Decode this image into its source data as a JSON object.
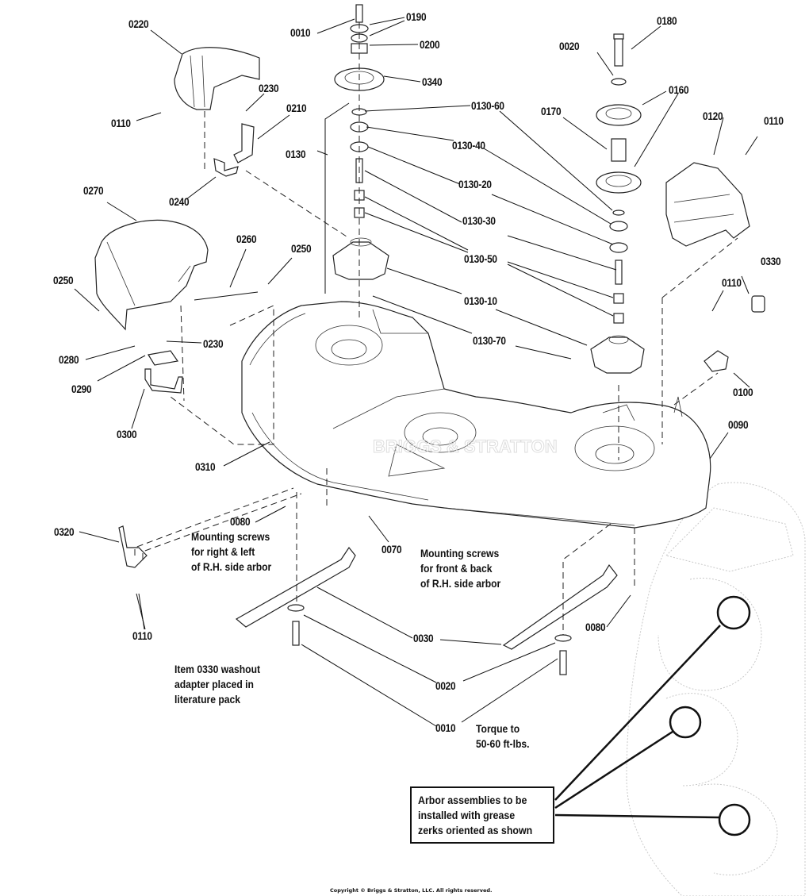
{
  "diagram": {
    "title": "Mower deck exploded parts diagram",
    "watermark": "BRIGGS & STRATTON",
    "part_labels": {
      "p0220": "0220",
      "p0010_top": "0010",
      "p0190": "0190",
      "p0200": "0200",
      "p0340": "0340",
      "p0180": "0180",
      "p0020_top": "0020",
      "p0160": "0160",
      "p0110_a": "0110",
      "p0230_a": "0230",
      "p0210": "0210",
      "p0130_60": "0130-60",
      "p0170": "0170",
      "p0120": "0120",
      "p0110_b": "0110",
      "p0130": "0130",
      "p0130_40": "0130-40",
      "p0240": "0240",
      "p0130_20": "0130-20",
      "p0270": "0270",
      "p0130_30": "0130-30",
      "p0260": "0260",
      "p0250_r": "0250",
      "p0130_50": "0130-50",
      "p0330": "0330",
      "p0250_l": "0250",
      "p0110_c": "0110",
      "p0130_10": "0130-10",
      "p0230_b": "0230",
      "p0130_70": "0130-70",
      "p0280": "0280",
      "p0100": "0100",
      "p0290": "0290",
      "p0300": "0300",
      "p0090": "0090",
      "p0310": "0310",
      "p0320": "0320",
      "p0080_l": "0080",
      "p0070": "0070",
      "p0110_d": "0110",
      "p0080_r": "0080",
      "p0030": "0030",
      "p0020_bot": "0020",
      "p0010_bot": "0010"
    },
    "notes": {
      "mounting_rl": "Mounting screws\nfor right & left\nof R.H. side arbor",
      "mounting_fb": "Mounting screws\nfor front & back\nof R.H. side arbor",
      "washout": "Item 0330 washout\nadapter placed in\nliterature pack",
      "torque": "Torque to\n50-60 ft-lbs.",
      "arbor_callout": "Arbor assemblies to be\ninstalled with grease\nzerks oriented as shown"
    },
    "copyright": "Copyright © Briggs & Stratton, LLC. All rights reserved."
  }
}
